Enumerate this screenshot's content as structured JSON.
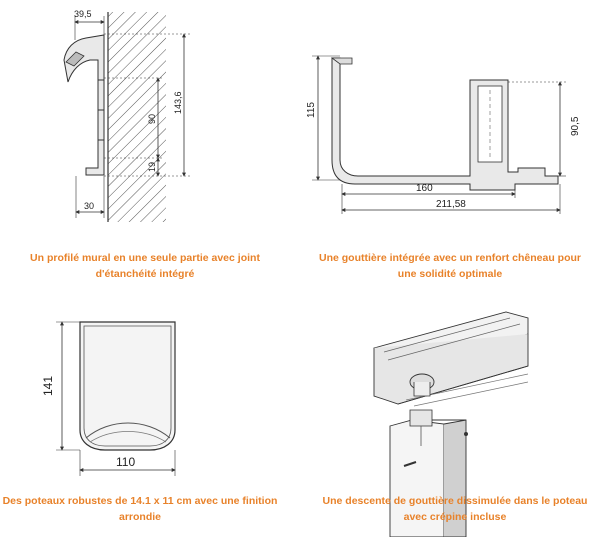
{
  "figures": {
    "wall_profile": {
      "dims": {
        "top_width": "39,5",
        "height_total": "143,6",
        "height_mid": "90",
        "height_low": "19",
        "bottom_width": "30"
      },
      "caption": [
        "Un profilé mural en une seule partie avec joint",
        "d'étanchéité intégré"
      ]
    },
    "gutter": {
      "dims": {
        "height_left": "115",
        "height_right": "90,5",
        "width_inner": "160",
        "width_total": "211,58"
      },
      "caption": [
        "Une gouttière intégrée avec un renfort chêneau pour",
        "une solidité optimale"
      ]
    },
    "post": {
      "dims": {
        "height": "141",
        "width": "110"
      },
      "caption": [
        "Des poteaux robustes de 14.1 x 11 cm avec une finition",
        "arrondie"
      ]
    },
    "downpipe": {
      "caption": [
        "Une descente de gouttière dissimulée dans le poteau",
        "avec crépine incluse"
      ]
    }
  }
}
